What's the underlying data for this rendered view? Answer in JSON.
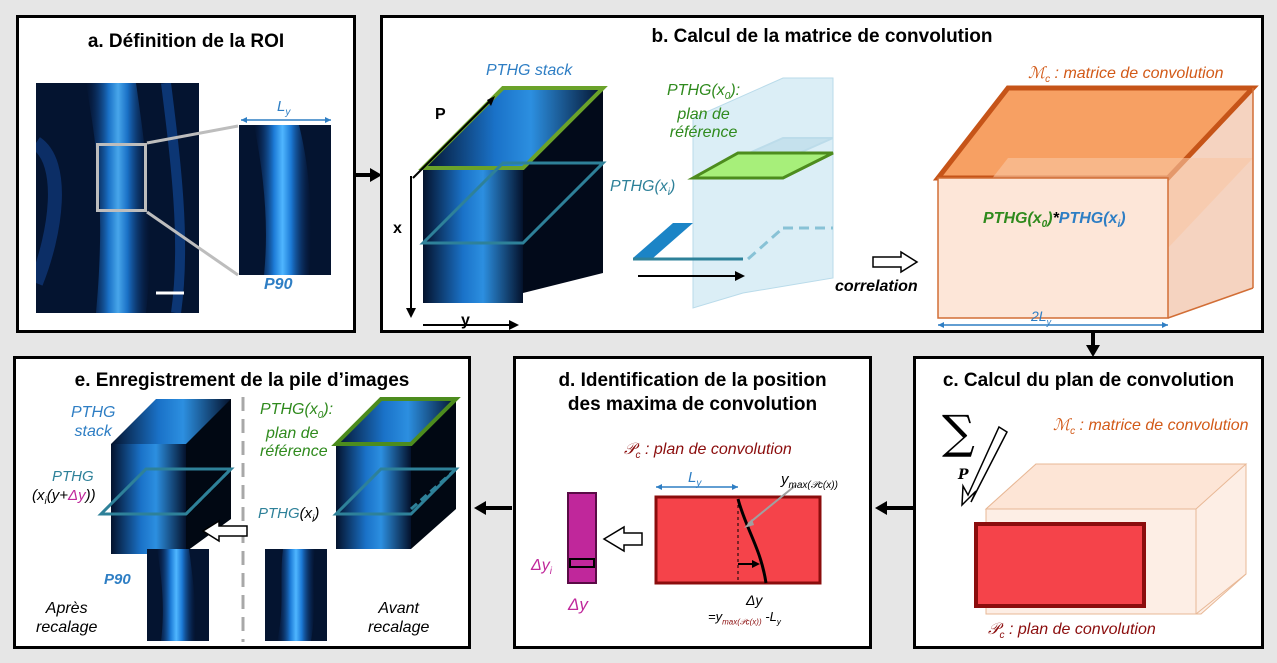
{
  "colors": {
    "blue": "#2e7ec4",
    "green": "#2f8a1d",
    "orange": "#d25a18",
    "darkred": "#8b0d0d",
    "magenta": "#c0279b",
    "teal": "#2e8199",
    "red": "#f0444a",
    "pink": "#c04ca8"
  },
  "panel_a": {
    "title": "a. Définition de la ROI",
    "ly": "L",
    "ly_sub": "y",
    "p90": "P90"
  },
  "panel_b": {
    "title": "b. Calcul de la matrice de convolution",
    "stack": "PTHG stack",
    "p": "P",
    "x": "x",
    "y": "y",
    "ref_1": "PTHG(x",
    "ref_sub": "0",
    "ref_2": "):",
    "ref_3": "plan de",
    "ref_4": "référence",
    "pthg_xi": "PTHG(x",
    "xi_sub": "i",
    "xi_close": ")",
    "correlation": "correlation",
    "mc": "ℳ",
    "mc_sub": "c",
    "mc_rest": " : matrice de convolution",
    "conv_a": "PTHG(x",
    "conv_a_sub": "0",
    "conv_a_close": ")",
    "star": "*",
    "conv_b": "PTHG(x",
    "conv_b_sub": "i",
    "conv_b_close": ")",
    "twoLy": "2L",
    "twoLy_sub": "y"
  },
  "panel_c": {
    "title": "c. Calcul du plan de convolution",
    "sum": "∑",
    "p": "P",
    "mc": "ℳ",
    "mc_sub": "c",
    "mc_rest": " : matrice de convolution",
    "pc": "𝒫",
    "pc_sub": "c",
    "pc_rest": " : plan de convolution"
  },
  "panel_d": {
    "title_1": "d. Identification de la position",
    "title_2": "des maxima de convolution",
    "pc": "𝒫",
    "pc_sub": "c",
    "pc_rest": " : plan de convolution",
    "ly": "L",
    "ly_sub": "y",
    "ymax": "y",
    "ymax_sub": "max(𝒫c(x))",
    "dy": "Δy",
    "dyi": "Δy",
    "dyi_sub": "i",
    "dy_bottom": "Δy",
    "eq_1": "=y",
    "eq_sub": "max(𝒫c(x))",
    "eq_2": " -L",
    "eq_sub2": "y"
  },
  "panel_e": {
    "title": "e. Enregistrement de la pile d’images",
    "stack_1": "PTHG",
    "stack_2": "stack",
    "ref_1": "PTHG(x",
    "ref_sub": "0",
    "ref_2": "):",
    "ref_3": "plan de",
    "ref_4": "référence",
    "pthg_left_1": "PTHG",
    "pthg_left_2a": "(x",
    "pthg_left_2b": "i",
    "pthg_left_2c": "(y+",
    "pthg_left_2d": "Δy",
    "pthg_left_2e": "))",
    "pthg_xi": "PTHG",
    "pthg_xi_2": "(x",
    "pthg_xi_sub": "i",
    "pthg_xi_close": ")",
    "p90": "P90",
    "apres_1": "Après",
    "apres_2": "recalage",
    "avant_1": "Avant",
    "avant_2": "recalage"
  }
}
